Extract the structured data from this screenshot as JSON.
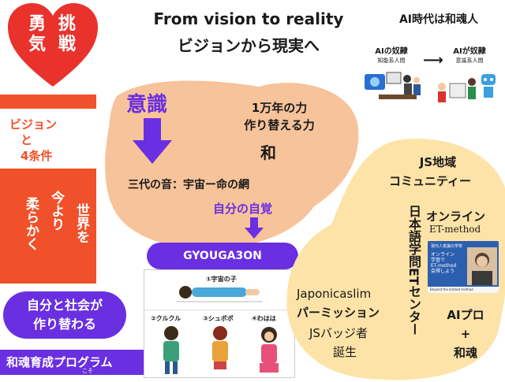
{
  "heart": {
    "line1": "勇 挑",
    "line2": "気 戦"
  },
  "vision_conditions": {
    "line1": "ビジョン",
    "line2": "と",
    "line3": "4条件"
  },
  "soft_vertical": {
    "col1": "世界を",
    "col2": "今より",
    "col3": "柔らかく"
  },
  "society_button": {
    "line1": "自分と社会が",
    "line2": "作り替わる"
  },
  "program_label": "和魂育成プログラム",
  "program_small": "こそ",
  "title_en": "From vision to reality",
  "title_jp": "ビジョンから現実へ",
  "ai_era": {
    "title": "AI時代は和魂人",
    "left_heading": "AIの奴隷",
    "left_sub": "知能系人間",
    "right_heading": "AIが奴隷",
    "right_sub": "意識系人間"
  },
  "center": {
    "ishiki": "意識",
    "power_line1": "1万年の力",
    "power_line2": "作り替える力",
    "wa": "和",
    "three_sounds": "三代の音：宇宙ー命の網",
    "self_awareness": "自分の自覚",
    "gyouga_button": "GYOUGA3ON"
  },
  "exercise": {
    "top": "①宇宙の子",
    "left": "②クルクル",
    "mid": "③シュポポ",
    "right": "④わはは"
  },
  "right": {
    "js_community_line1": "JS地域",
    "js_community_line2": "コミュニティー",
    "online": "オンライン",
    "et_method": "ET-method",
    "vertical_center": "日本語学問ETセンター",
    "japonicaslim": "Japonicaslim",
    "permission": "パーミッション",
    "badge": "JSバッジ者",
    "birth": "誕生",
    "ai_pro_line1": "AIプロ",
    "ai_pro_line2": "+",
    "ai_pro_line3": "和魂",
    "online_card_header": "現代人意識の学校",
    "online_card_body_1": "オンライン",
    "online_card_body_2": "学習で",
    "online_card_body_3": "ET-method",
    "online_card_body_4": "会得しよう",
    "online_card_footer": "Beyond the limited method"
  },
  "colors": {
    "orange": "#f0512a",
    "purple": "#6a2fe0",
    "peach": "#f7c39a",
    "yellow": "#fde3a7",
    "red": "#e8322b"
  }
}
